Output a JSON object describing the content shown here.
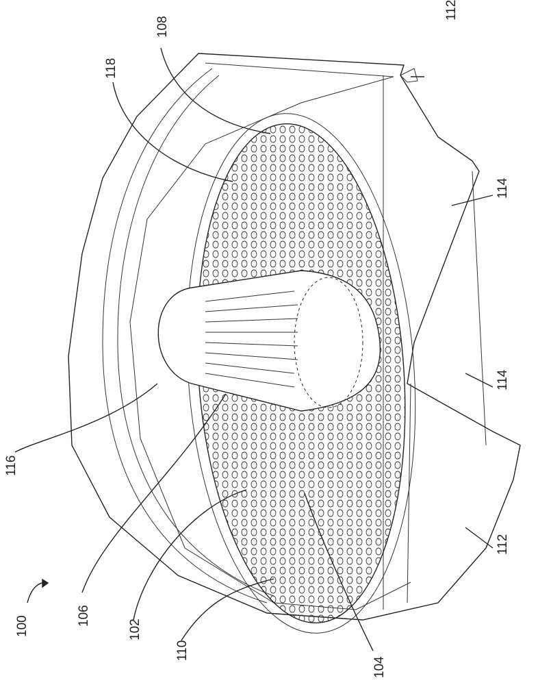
{
  "figure": {
    "reference_labels": [
      "100",
      "102",
      "104",
      "106",
      "108",
      "110",
      "112",
      "112",
      "114",
      "114",
      "116",
      "118"
    ]
  }
}
